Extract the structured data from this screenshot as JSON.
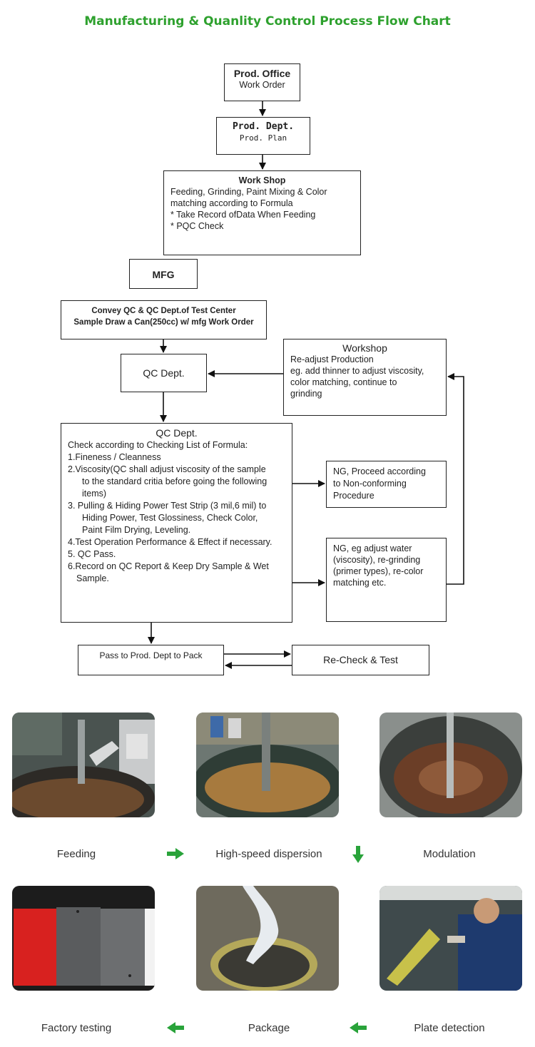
{
  "title": "Manufacturing & Quanlity Control Process Flow Chart",
  "boxes": {
    "prod_office": {
      "title": "Prod. Office",
      "sub": "Work Order"
    },
    "prod_dept": {
      "title": "Prod.  Dept.",
      "sub": "Prod.  Plan"
    },
    "work_shop": {
      "title": "Work Shop",
      "line1": "Feeding, Grinding, Paint Mixing & Color",
      "line2": "matching according to Formula",
      "line3": "* Take Record ofData When Feeding",
      "line4": "* PQC Check"
    },
    "mfg": {
      "title": "MFG"
    },
    "convey": {
      "line1": "Convey QC & QC Dept.of Test Center",
      "line2": "Sample Draw a Can(250cc) w/ mfg Work Order"
    },
    "qc_dept_small": {
      "title": "QC Dept."
    },
    "workshop_readjust": {
      "title": "Workshop",
      "line1": "Re-adjust Production",
      "line2": "eg. add thinner to adjust viscosity,",
      "line3": "color matching, continue to",
      "line4": "grinding"
    },
    "qc_dept_big": {
      "title": "QC Dept.",
      "intro": "Check according to Checking List of Formula:",
      "i1": "1.Fineness / Cleanness",
      "i2a": "2.Viscosity(QC shall adjust viscosity of the sample",
      "i2b": "to the standard critia before going the following",
      "i2c": "items)",
      "i3a": "3. Pulling & Hiding Power Test Strip (3 mil,6 mil) to",
      "i3b": "Hiding Power, Test Glossiness, Check Color,",
      "i3c": "Paint Film Drying, Leveling.",
      "i4": "4.Test Operation Performance & Effect if necessary.",
      "i5": "5. QC Pass.",
      "i6a": "6.Record on QC Report & Keep Dry Sample & Wet",
      "i6b": "Sample."
    },
    "ng1": {
      "line1": "NG, Proceed according",
      "line2": "to Non-conforming",
      "line3": "Procedure"
    },
    "ng2": {
      "line1": "NG, eg adjust water",
      "line2": "(viscosity), re-grinding",
      "line3": "(primer types), re-color",
      "line4": "matching etc."
    },
    "pass": {
      "text": "Pass to Prod. Dept to Pack"
    },
    "recheck": {
      "text": "Re-Check & Test"
    }
  },
  "process": [
    {
      "label": "Feeding",
      "icon": "feeding-photo"
    },
    {
      "label": "High-speed dispersion",
      "icon": "dispersion-photo"
    },
    {
      "label": "Modulation",
      "icon": "modulation-photo"
    },
    {
      "label": "Factory testing",
      "icon": "testing-photo"
    },
    {
      "label": "Package",
      "icon": "package-photo"
    },
    {
      "label": "Plate detection",
      "icon": "plate-detection-photo"
    }
  ],
  "colors": {
    "title": "#2ea12e",
    "arrow": "#29a33a"
  }
}
